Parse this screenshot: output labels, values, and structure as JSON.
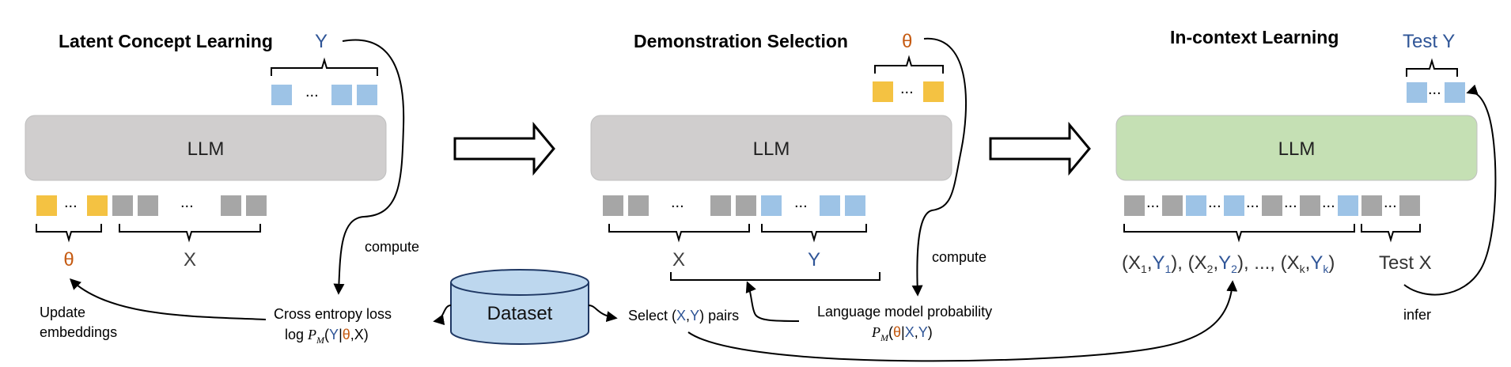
{
  "panels": {
    "latent": {
      "title": "Latent Concept Learning",
      "out_label": "Y",
      "llm": "LLM",
      "theta": "θ",
      "x": "X"
    },
    "demo": {
      "title": "Demonstration Selection",
      "out_label": "θ",
      "llm": "LLM",
      "x": "X",
      "y": "Y"
    },
    "icl": {
      "title": "In-context Learning",
      "out_label": "Test Y",
      "llm": "LLM",
      "test_x": "Test X"
    }
  },
  "dots": "...",
  "labels": {
    "compute_1": "compute",
    "compute_2": "compute",
    "update_1": "Update",
    "update_2": "embeddings",
    "infer": "infer",
    "dataset": "Dataset",
    "ce_loss": "Cross entropy loss",
    "log": "log",
    "P": "P",
    "M": "M",
    "lm_prob": "Language model probability",
    "select_prefix": "Select (",
    "select_X": "X",
    "select_comma": ",",
    "select_Y": "Y",
    "select_suffix": ") pairs",
    "f1_open": "(",
    "f1_Y": "Y",
    "f1_bar": "|",
    "f1_theta": "θ",
    "f1_comma": ",",
    "f1_X": "X",
    "f1_close": ")",
    "f2_open": "(",
    "f2_theta": "θ",
    "f2_bar": "|",
    "f2_X": "X",
    "f2_comma": ",",
    "f2_Y": "Y",
    "f2_close": ")",
    "pairs": {
      "X": "X",
      "Y": "Y",
      "sub1": "1",
      "sub2": "2",
      "subk": "k",
      "ellipsis": "...,"
    }
  },
  "colors": {
    "theta": "#c55a11",
    "y_blue": "#2f5597",
    "gold": "#f4c242",
    "lightblue": "#9dc3e6",
    "gray": "#a6a6a6",
    "llm_gray": "#d0cece",
    "llm_green": "#c5e0b4",
    "dataset_fill": "#bdd7ee",
    "dataset_stroke": "#1f3864"
  }
}
